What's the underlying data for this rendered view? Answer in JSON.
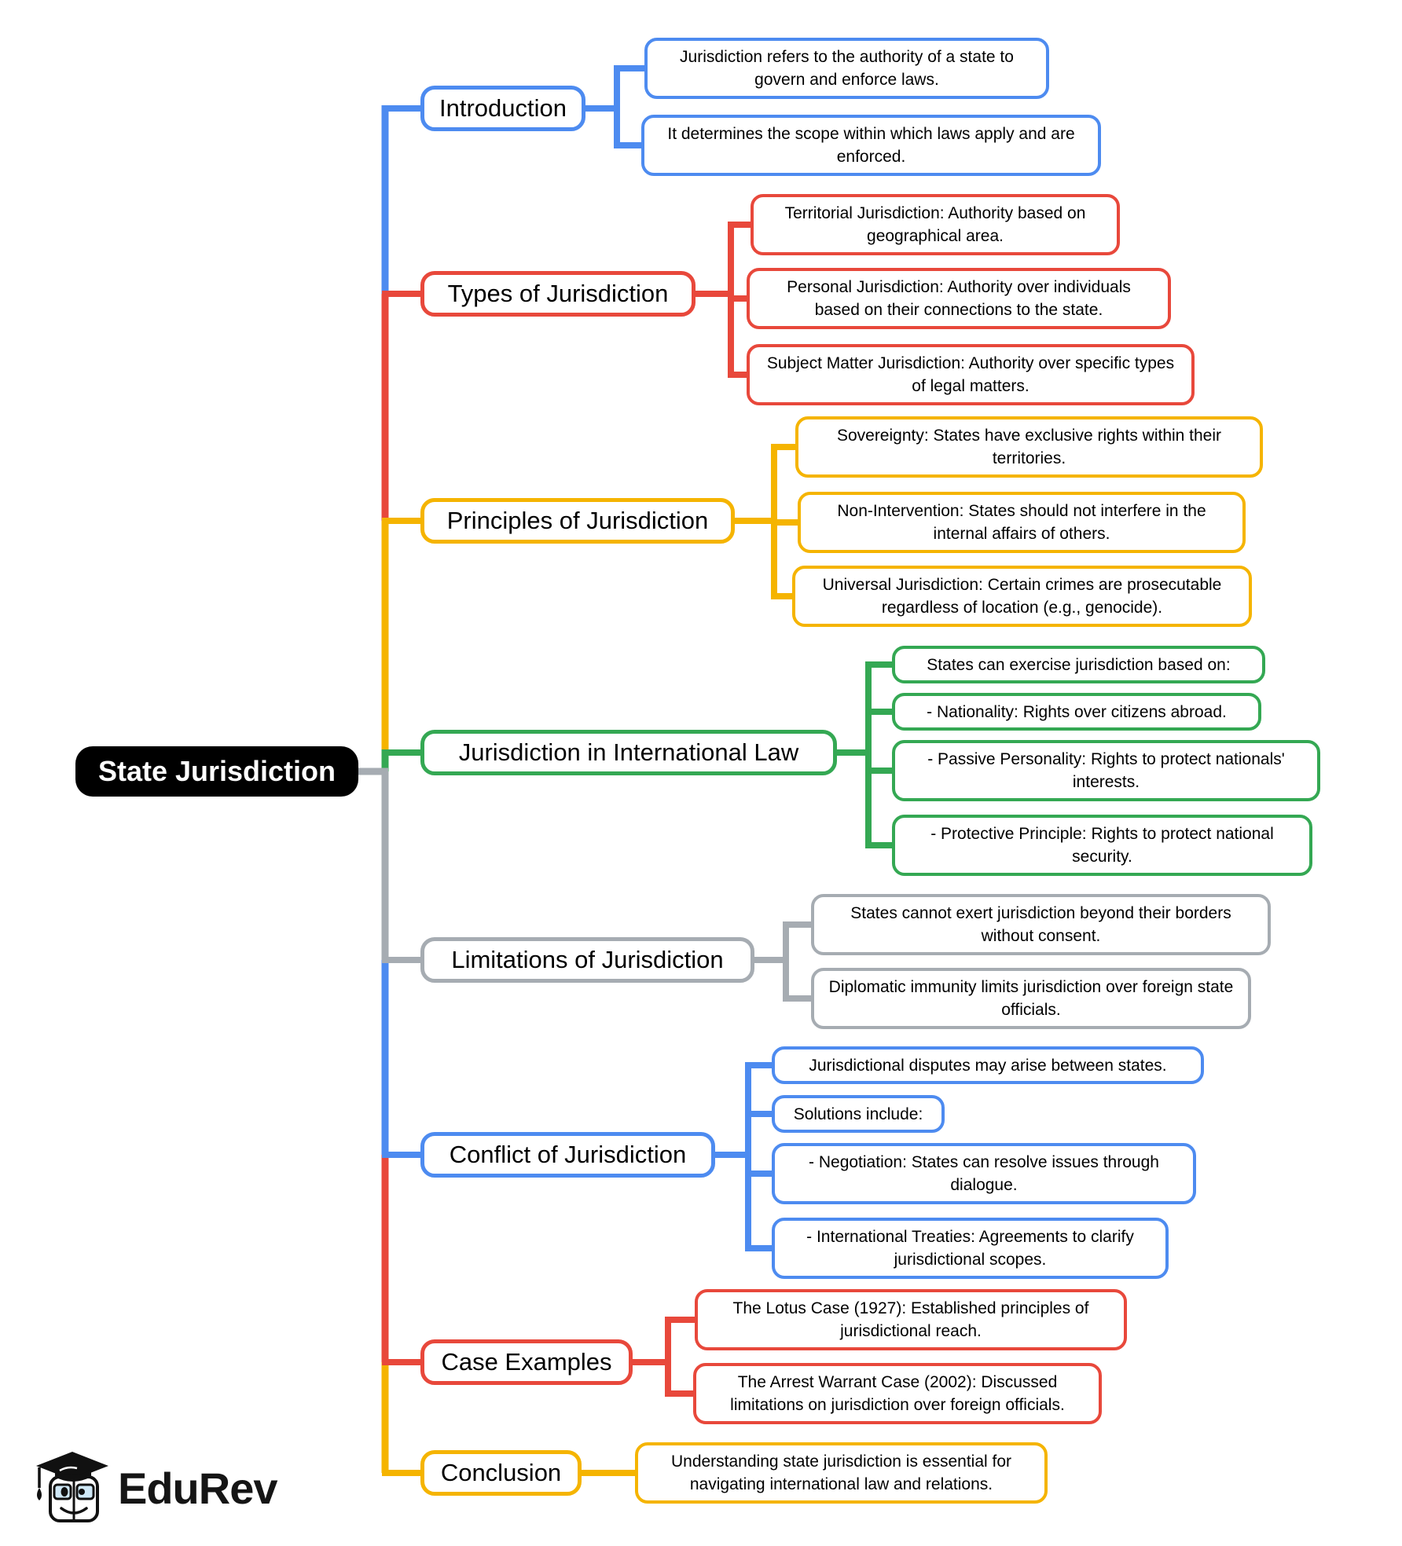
{
  "root": {
    "label": "State Jurisdiction"
  },
  "branches": [
    {
      "label": "Introduction",
      "color": "#4D8BF0",
      "children": [
        "Jurisdiction refers to the authority of a state to govern and enforce laws.",
        "It determines the scope within which laws apply and are enforced."
      ]
    },
    {
      "label": "Types of Jurisdiction",
      "color": "#E8483B",
      "children": [
        "Territorial Jurisdiction: Authority based on geographical area.",
        "Personal Jurisdiction: Authority over individuals based on their connections to the state.",
        "Subject Matter Jurisdiction: Authority over specific types of legal matters."
      ]
    },
    {
      "label": "Principles of Jurisdiction",
      "color": "#F5B400",
      "children": [
        "Sovereignty: States have exclusive rights within their territories.",
        "Non-Intervention: States should not interfere in the internal affairs of others.",
        "Universal Jurisdiction: Certain crimes are prosecutable regardless of location (e.g., genocide)."
      ]
    },
    {
      "label": "Jurisdiction in International Law",
      "color": "#34A853",
      "children": [
        "States can exercise jurisdiction based on:",
        "- Nationality: Rights over citizens abroad.",
        "- Passive Personality: Rights to protect nationals' interests.",
        "- Protective Principle: Rights to protect national security."
      ]
    },
    {
      "label": "Limitations of Jurisdiction",
      "color": "#A6ACB2",
      "children": [
        "States cannot exert jurisdiction beyond their borders without consent.",
        "Diplomatic immunity limits jurisdiction over foreign state officials."
      ]
    },
    {
      "label": "Conflict of Jurisdiction",
      "color": "#4D8BF0",
      "children": [
        "Jurisdictional disputes may arise between states.",
        "Solutions include:",
        "- Negotiation: States can resolve issues through dialogue.",
        "- International Treaties: Agreements to clarify jurisdictional scopes."
      ]
    },
    {
      "label": "Case Examples",
      "color": "#E8483B",
      "children": [
        "The Lotus Case (1927): Established principles of jurisdictional reach.",
        "The Arrest Warrant Case (2002): Discussed limitations on jurisdiction over foreign officials."
      ]
    },
    {
      "label": "Conclusion",
      "color": "#F5B400",
      "children": [
        "Understanding state jurisdiction is essential for navigating international law and relations."
      ]
    }
  ],
  "logo": {
    "text": "EduRev"
  },
  "palette": {
    "blue": "#4D8BF0",
    "red": "#E8483B",
    "yellow": "#F5B400",
    "green": "#34A853",
    "gray": "#A6ACB2",
    "root_bg": "#000000",
    "root_text": "#FFFFFF"
  }
}
